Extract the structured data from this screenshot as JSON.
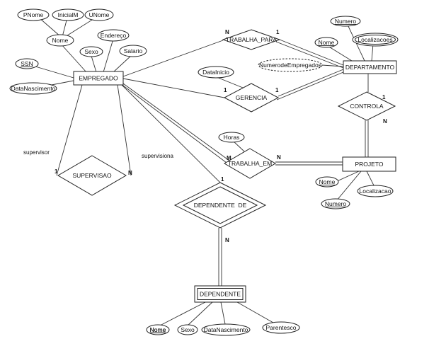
{
  "entities": {
    "empregado": "EMPREGADO",
    "departamento": "DEPARTAMENTO",
    "projeto": "PROJETO",
    "dependente": "DEPENDENTE"
  },
  "relationships": {
    "trabalha_para": "TRABALHA_PARA",
    "gerencia": "GERENCIA",
    "controla": "CONTROLA",
    "trabalha_em": "TRABALHA_EM",
    "supervisao": "SUPERVISAO",
    "dependente_de": "DEPENDENTE  DE"
  },
  "attributes": {
    "pnome": "PNome",
    "inicialm": "InicialM",
    "unome": "UNome",
    "nome_emp": "Nome",
    "endereco": "Endereço",
    "sexo_emp": "Sexo",
    "salario": "Salario",
    "ssn": "SSN",
    "datanascimento_emp": "DataNascimento",
    "datainicio": "DataInicio",
    "numero_dep": "Numero",
    "nome_dep": "Nome",
    "localizacoes": "Localizacoes",
    "numerodeempregados": "NumerodeEmpregados",
    "horas": "Horas",
    "nome_proj": "Nome",
    "localizacao": "Localizacao",
    "numero_proj": "Numero",
    "nome_depe": "Nome",
    "sexo_depe": "Sexo",
    "datanascimento_depe": "DataNascimento",
    "parentesco": "Parentesco"
  },
  "cardinalities": {
    "trabalha_para_emp": "N",
    "trabalha_para_dep": "1",
    "gerencia_emp": "1",
    "gerencia_dep": "1",
    "controla_dep": "1",
    "controla_proj": "N",
    "trabalha_em_emp": "M",
    "trabalha_em_proj": "N",
    "supervisao_1": "1",
    "supervisao_n": "N",
    "dependente_de_emp": "1",
    "dependente_de_depe": "N"
  },
  "roles": {
    "supervisor": "supervisor",
    "supervisiona": "supervisiona"
  },
  "colors": {
    "stroke": "#222222",
    "background": "#ffffff"
  }
}
